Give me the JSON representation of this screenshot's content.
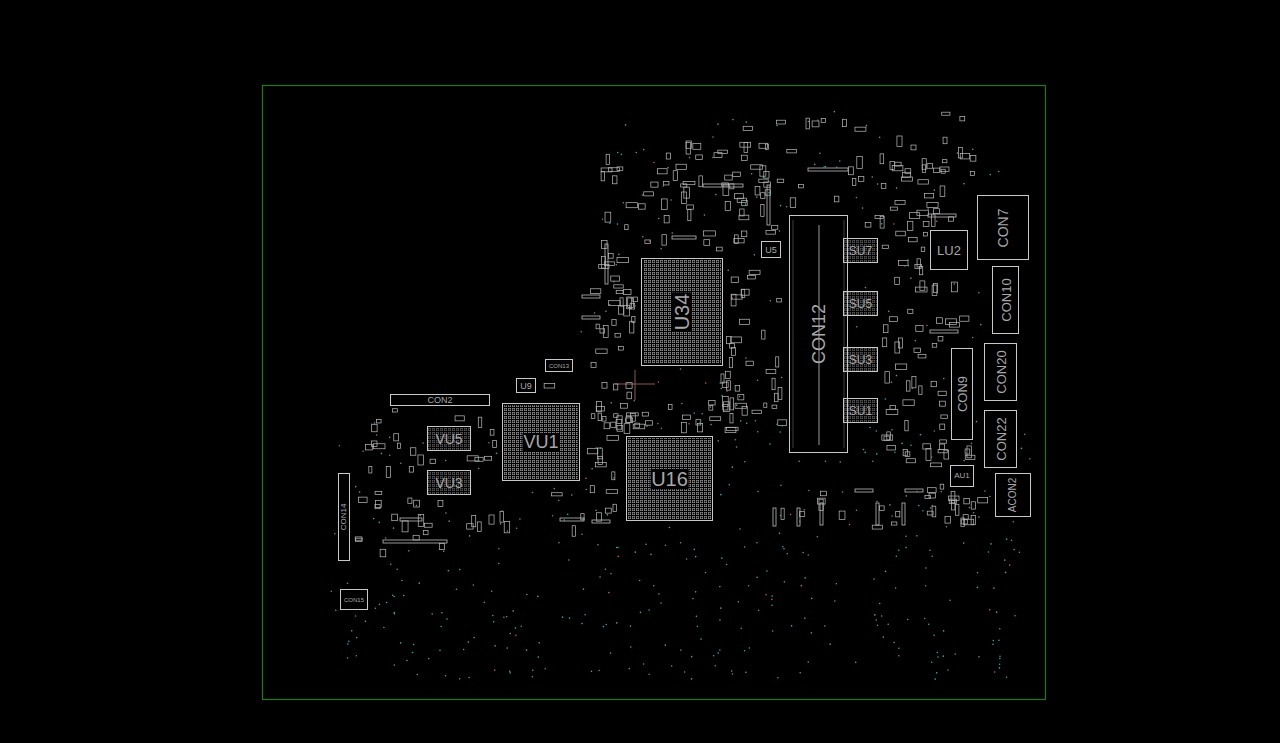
{
  "diagram": {
    "nodes": [
      {
        "text": [
          "CON7"
        ]
      },
      {
        "text": [
          "LU2"
        ]
      },
      {
        "text": [
          "CON10"
        ]
      },
      {
        "text": [
          "CON20"
        ]
      },
      {
        "text": [
          "CON9"
        ]
      },
      {
        "text": [
          "CON22"
        ]
      },
      {
        "text": [
          "ACON2"
        ]
      },
      {
        "text": [
          "AU1"
        ]
      },
      {
        "text": [
          "CON12"
        ]
      },
      {
        "text": [
          "SU7"
        ]
      },
      {
        "text": [
          "SU5"
        ]
      },
      {
        "text": [
          "SU3"
        ]
      },
      {
        "text": [
          "SU1"
        ]
      },
      {
        "text": [
          "U34"
        ]
      },
      {
        "text": [
          "U5"
        ]
      },
      {
        "text": [
          "CON13"
        ]
      },
      {
        "text": [
          "U9"
        ]
      },
      {
        "text": [
          "CON2"
        ]
      },
      {
        "text": [
          "VU1"
        ]
      },
      {
        "text": [
          "U16"
        ]
      },
      {
        "text": [
          "VU5"
        ]
      },
      {
        "text": [
          "VU3"
        ]
      },
      {
        "text": [
          "CON14"
        ]
      },
      {
        "text": [
          "CON15"
        ]
      }
    ]
  }
}
